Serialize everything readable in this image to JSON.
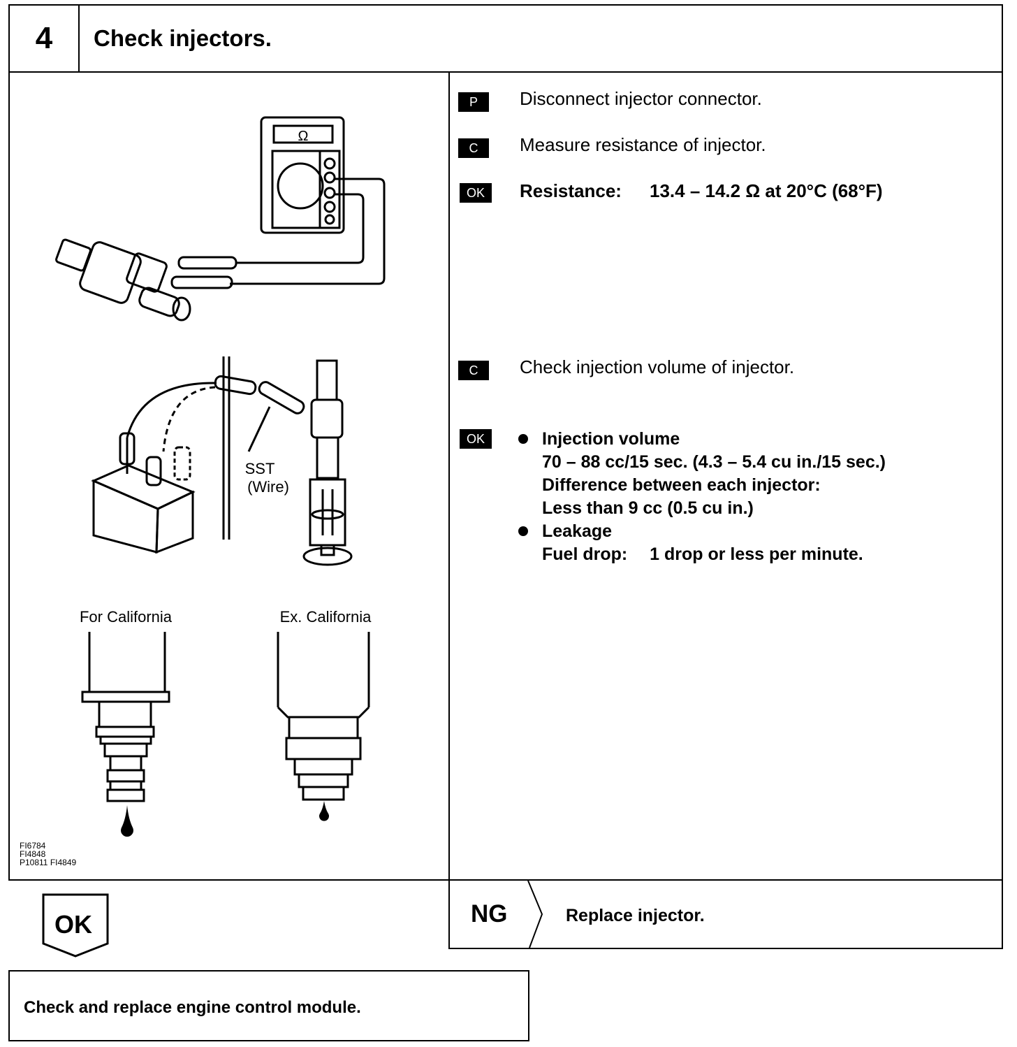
{
  "header": {
    "step_number": "4",
    "title": "Check injectors."
  },
  "steps": [
    {
      "badge": "P",
      "text": "Disconnect injector connector."
    },
    {
      "badge": "C",
      "text": "Measure resistance of injector."
    },
    {
      "badge": "OK",
      "label": "Resistance:",
      "value": "13.4 – 14.2 Ω at 20°C (68°F)"
    },
    {
      "badge": "C",
      "text": "Check injection volume of injector."
    },
    {
      "badge": "OK"
    }
  ],
  "spec": {
    "item1_title": "Injection volume",
    "item1_line1": "70 – 88 cc/15 sec. (4.3 – 5.4 cu in./15 sec.)",
    "item1_line2": "Difference between each injector:",
    "item1_line3": "Less than 9 cc (0.5 cu in.)",
    "item2_title": "Leakage",
    "item2_label": "Fuel drop:",
    "item2_value": "1 drop or less per minute."
  },
  "figure": {
    "ohm_symbol": "Ω",
    "sst_label": "SST",
    "wire_label": "(Wire)",
    "label_california": "For California",
    "label_ex_california": "Ex. California",
    "codes": [
      "FI6784",
      "FI4848",
      "P10811  FI4849"
    ]
  },
  "outcomes": {
    "ok_label": "OK",
    "ng_label": "NG",
    "ng_action": "Replace injector.",
    "ok_action": "Check and replace engine control module."
  }
}
